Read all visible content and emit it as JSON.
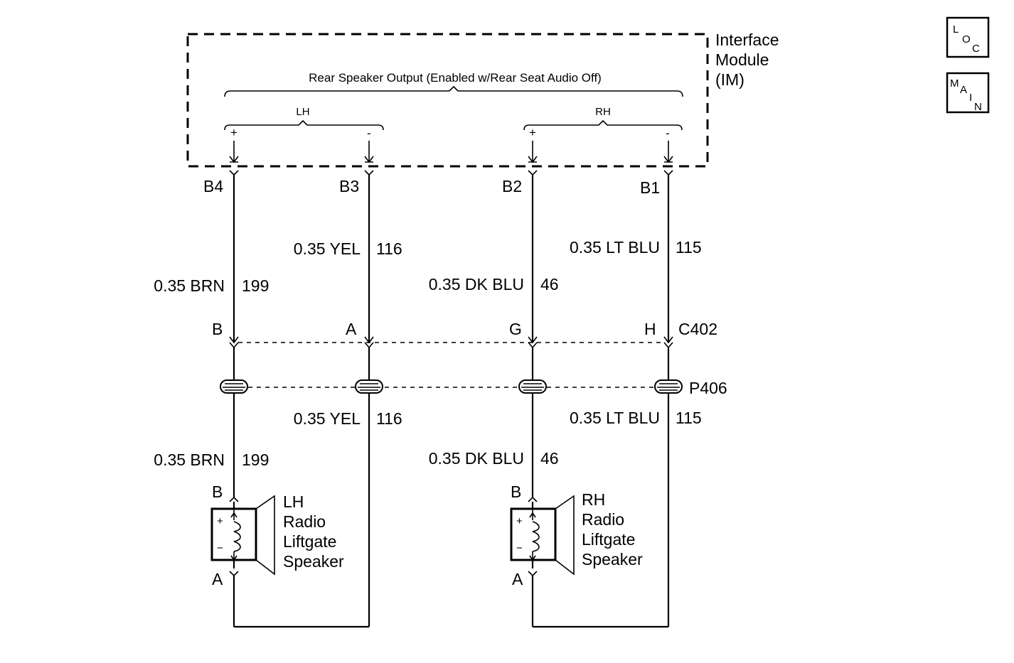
{
  "module": {
    "title_line1": "Interface",
    "title_line2": "Module",
    "title_line3": "(IM)",
    "output_label": "Rear Speaker Output (Enabled w/Rear Seat Audio Off)",
    "lh_label": "LH",
    "rh_label": "RH",
    "plus": "+",
    "minus": "-"
  },
  "nav": {
    "loc": {
      "l1": "L",
      "l2": "O",
      "l3": "C"
    },
    "main": {
      "l1": "M",
      "l2": "A",
      "l3": "I",
      "l4": "N"
    }
  },
  "pins": {
    "b4": "B4",
    "b3": "B3",
    "b2": "B2",
    "b1": "B1"
  },
  "wires_upper": {
    "w1_color": "0.35 BRN",
    "w1_circuit": "199",
    "w2_color": "0.35 YEL",
    "w2_circuit": "116",
    "w3_color": "0.35 DK BLU",
    "w3_circuit": "46",
    "w4_color": "0.35 LT BLU",
    "w4_circuit": "115"
  },
  "connector_c402": {
    "name": "C402",
    "p1": "B",
    "p2": "A",
    "p3": "G",
    "p4": "H"
  },
  "splice": {
    "name": "P406"
  },
  "wires_lower": {
    "w1_color": "0.35 BRN",
    "w1_circuit": "199",
    "w2_color": "0.35 YEL",
    "w2_circuit": "116",
    "w3_color": "0.35 DK BLU",
    "w3_circuit": "46",
    "w4_color": "0.35 LT BLU",
    "w4_circuit": "115"
  },
  "speaker_lh": {
    "line1": "LH",
    "line2": "Radio",
    "line3": "Liftgate",
    "line4": "Speaker",
    "pin_top": "B",
    "pin_bottom": "A",
    "plus": "+",
    "minus": "−"
  },
  "speaker_rh": {
    "line1": "RH",
    "line2": "Radio",
    "line3": "Liftgate",
    "line4": "Speaker",
    "pin_top": "B",
    "pin_bottom": "A",
    "plus": "+",
    "minus": "−"
  }
}
